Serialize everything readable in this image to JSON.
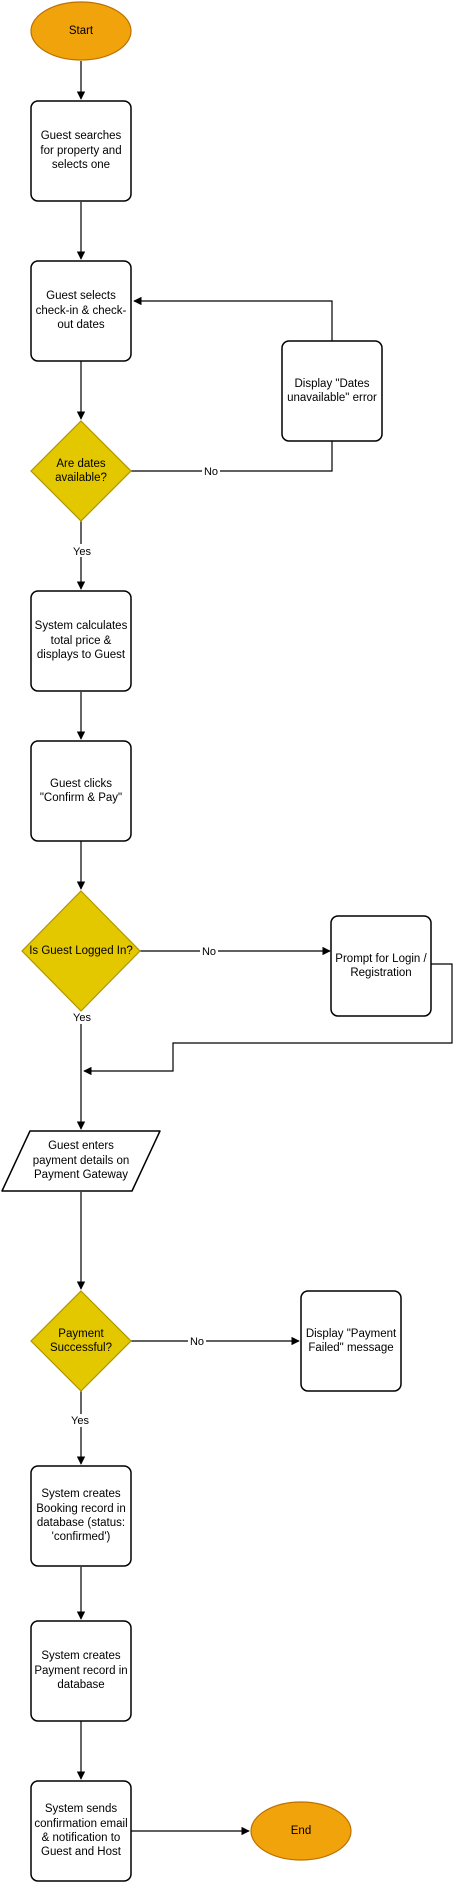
{
  "flowchart": {
    "start": "Start",
    "end": "End",
    "search_property": "Guest searches for property and selects one",
    "select_dates": "Guest selects check-in & check-out dates",
    "dates_available": "Are dates available?",
    "dates_unavailable_error": "Display \"Dates unavailable\" error",
    "calculate_price": "System calculates total price & displays to Guest",
    "confirm_pay": "Guest clicks \"Confirm & Pay\"",
    "logged_in": "Is Guest Logged In?",
    "prompt_login": "Prompt for Login / Registration",
    "enter_payment": "Guest enters payment details on Payment Gateway",
    "payment_successful": "Payment Successful?",
    "payment_failed": "Display \"Payment Failed\" message",
    "create_booking": "System creates Booking record in database (status: 'confirmed')",
    "create_payment": "System creates Payment record in database",
    "send_confirmation": "System sends confirmation email & notification to Guest and Host"
  },
  "edge_labels": {
    "yes": "Yes",
    "no": "No"
  },
  "colors": {
    "terminal_fill": "#f0a30a",
    "terminal_stroke": "#bd7000",
    "decision_fill": "#e3c800",
    "decision_stroke": "#b09500",
    "process_stroke": "#000000"
  }
}
